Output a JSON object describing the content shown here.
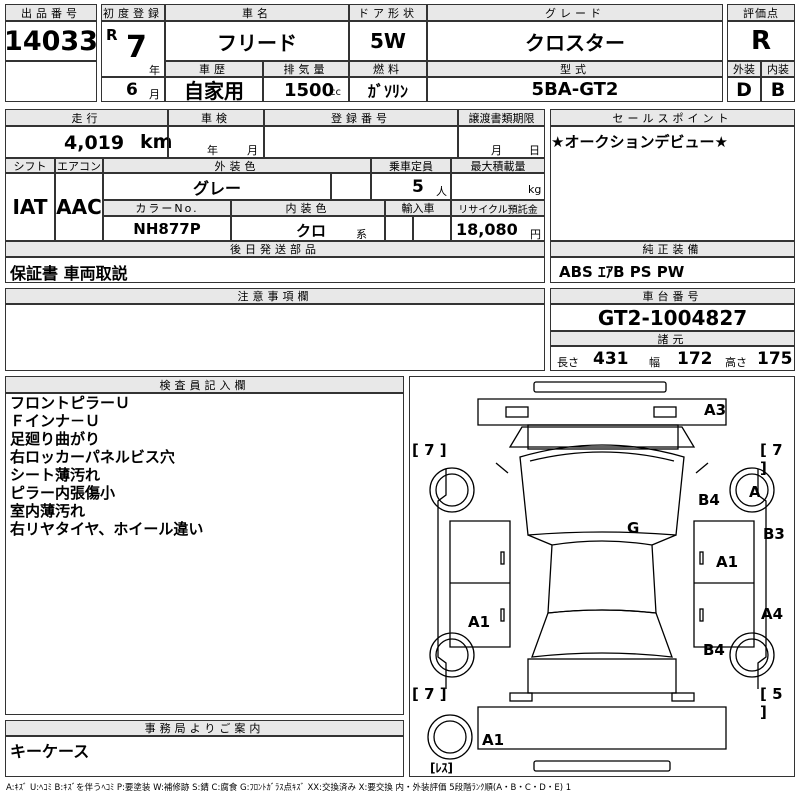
{
  "header": {
    "lot_no_label": "出品番号",
    "lot_no": "14033",
    "first_reg_label": "初度登録",
    "era": "R",
    "year": "7",
    "year_unit": "年",
    "month": "6",
    "month_unit": "月",
    "car_name_label": "車名",
    "car_name": "フリード",
    "door_label": "ドア形状",
    "door": "5W",
    "grade_label": "グレード",
    "grade": "クロスター",
    "score_label": "評価点",
    "score": "R",
    "history_label": "車歴",
    "history": "自家用",
    "displacement_label": "排気量",
    "displacement": "1500",
    "displacement_unit": "cc",
    "fuel_label": "燃料",
    "fuel": "ｶﾞｿﾘﾝ",
    "model_label": "型式",
    "model": "5BA-GT2",
    "ext_label": "外装",
    "ext_score": "D",
    "int_label": "内装",
    "int_score": "B"
  },
  "row2": {
    "mileage_label": "走行",
    "mileage": "4,019",
    "mileage_unit": "km",
    "inspection_label": "車検",
    "insp_year_unit": "年",
    "insp_month_unit": "月",
    "reg_no_label": "登録番号",
    "deadline_label": "譲渡書類期限",
    "deadline_month_unit": "月",
    "deadline_day_unit": "日",
    "sales_label": "セールスポイント",
    "sales_text": "★オークションデビュー★"
  },
  "row3": {
    "shift_label": "シフト",
    "shift": "IAT",
    "ac_label": "エアコン",
    "ac": "AAC",
    "color_label": "外装色",
    "color": "グレー",
    "capacity_label": "乗車定員",
    "capacity": "5",
    "capacity_unit": "人",
    "load_label": "最大積載量",
    "load_unit": "kg",
    "color_no_label": "カラーNo.",
    "color_no": "NH877P",
    "interior_label": "内装色",
    "interior": "クロ",
    "interior_unit": "系",
    "import_label": "輸入車",
    "recycle_label": "リサイクル預託金",
    "recycle": "18,080",
    "recycle_unit": "円"
  },
  "later_parts": {
    "label": "後日発送部品",
    "text": "保証書 車両取説"
  },
  "equipment": {
    "label": "純正装備",
    "text": "ABS ｴｱB PS PW"
  },
  "notes": {
    "label": "注意事項欄"
  },
  "chassis": {
    "label": "車台番号",
    "number": "GT2-1004827",
    "dims_label": "諸元",
    "length_label": "長さ",
    "length": "431",
    "width_label": "幅",
    "width": "172",
    "height_label": "高さ",
    "height": "175"
  },
  "inspector": {
    "label": "検査員記入欄",
    "lines": [
      "フロントピラーＵ",
      "Ｆインナ－Ｕ",
      "足廻り曲がり",
      "右ロッカーパネルビス穴",
      "シート薄汚れ",
      "ピラー内張傷小",
      "室内薄汚れ",
      "右リヤタイヤ、ホイール違い"
    ]
  },
  "office": {
    "label": "事務局よりご案内",
    "text": "キーケース"
  },
  "diagram": {
    "marks": [
      "A3",
      "[ 7 ]",
      "[ 7 ]",
      "B4",
      "A",
      "B3",
      "G",
      "A1",
      "A1",
      "A4",
      "B4",
      "[ 7 ]",
      "[ 5 ]",
      "A1",
      "[ﾚｽ]"
    ]
  },
  "legend": "A:ｷｽﾞ U:ﾍｺﾐ B:ｷｽﾞを伴うﾍｺﾐ P:要塗装 W:補修跡 S:錆 C:腐食 G:ﾌﾛﾝﾄｶﾞﾗｽ点ｷｽﾞ XX:交換済み X:要交換 内・外装評価 5段階ﾗﾝｸ順(A・B・C・D・E) 1"
}
